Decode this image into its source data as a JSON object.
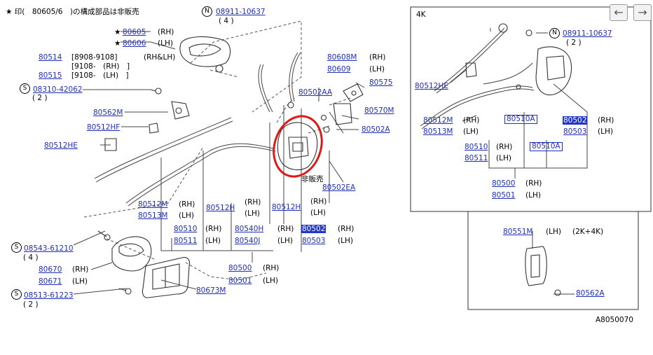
{
  "header": {
    "star_note": "★ 印(　80605/6　)の構成部品は非販売"
  },
  "nav": {
    "back_icon": "left-arrow-icon",
    "forward_icon": "right-arrow-icon",
    "back_glyph": "←",
    "forward_glyph": "→"
  },
  "inset_4k": {
    "title": "4K"
  },
  "inset_2k4k": {
    "note": "(2K+4K)"
  },
  "figure_id": "A8050070",
  "hihanbai": "非販売",
  "texts": {
    "rh": "(RH)",
    "lh": "(LH)",
    "rhlh": "(RH&LH)",
    "lhp": "(LH)",
    "q4": "( 4 )",
    "q2": "( 2 )",
    "star": "★",
    "range1": "[8908-9108]",
    "range2": "[9108-　(RH)　]",
    "range3": "[9108-　(LH)　]",
    "n": "N",
    "s": "S"
  },
  "parts": {
    "p08911_10637": "08911-10637",
    "p80605": "80605",
    "p80606": "80606",
    "p80514": "80514",
    "p80515": "80515",
    "p08310_42062": "08310-42062",
    "p80562M": "80562M",
    "p80512HF": "80512HF",
    "p80512HE": "80512HE",
    "p80608M": "80608M",
    "p80609": "80609",
    "p80502AA": "80502AA",
    "p80575": "80575",
    "p80570M": "80570M",
    "p80502A": "80502A",
    "p80502EA": "80502EA",
    "p80512M": "80512M",
    "p80513M": "80513M",
    "p80512H": "80512H",
    "p80510": "80510",
    "p80511": "80511",
    "p80540H": "80540H",
    "p80540J": "80540J",
    "p80502": "80502",
    "p80503": "80503",
    "p80500": "80500",
    "p80501": "80501",
    "p08543_61210": "08543-61210",
    "p80670": "80670",
    "p80671": "80671",
    "p08513_61223": "08513-61223",
    "p80673M": "80673M",
    "p80510A": "80510A",
    "p80551M": "80551M",
    "p80562A": "80562A"
  }
}
